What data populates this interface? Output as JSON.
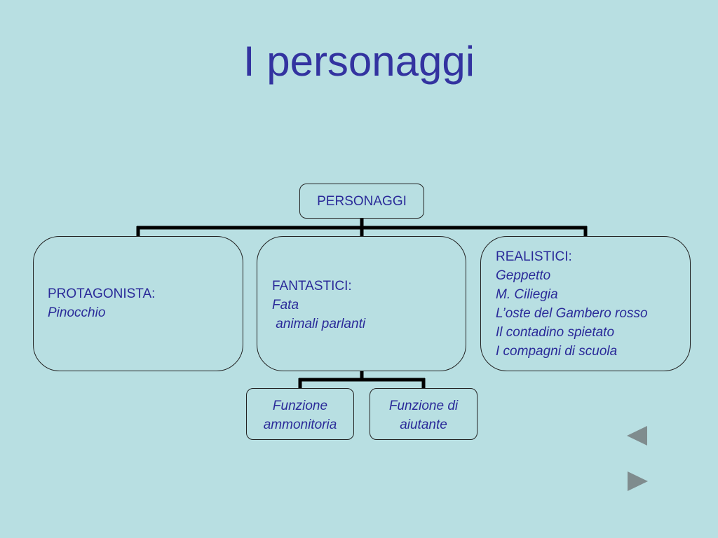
{
  "slide": {
    "title": "I personaggi"
  },
  "diagram": {
    "root": {
      "label": "PERSONAGGI"
    },
    "protagonista": {
      "heading": "PROTAGONISTA:",
      "items": [
        "Pinocchio"
      ]
    },
    "fantastici": {
      "heading": "FANTASTICI:",
      "items": [
        "Fata",
        " animali parlanti"
      ]
    },
    "realistici": {
      "heading": "REALISTICI:",
      "items": [
        "Geppetto",
        "M. Ciliegia",
        "L’oste del Gambero rosso",
        "Il contadino spietato",
        "I compagni di scuola"
      ]
    },
    "funzione_ammonitoria": {
      "lines": [
        "Funzione",
        "ammonitoria"
      ]
    },
    "funzione_aiutante": {
      "lines": [
        "Funzione di",
        "aiutante"
      ]
    }
  },
  "colors": {
    "background": "#b8dfe2",
    "title": "#3333a0",
    "box_text": "#2a2a99",
    "connector": "#000000",
    "nav_arrow": "#7f8c8e"
  },
  "navigation": {
    "prev_icon": "triangle-left-icon",
    "next_icon": "triangle-right-icon"
  }
}
